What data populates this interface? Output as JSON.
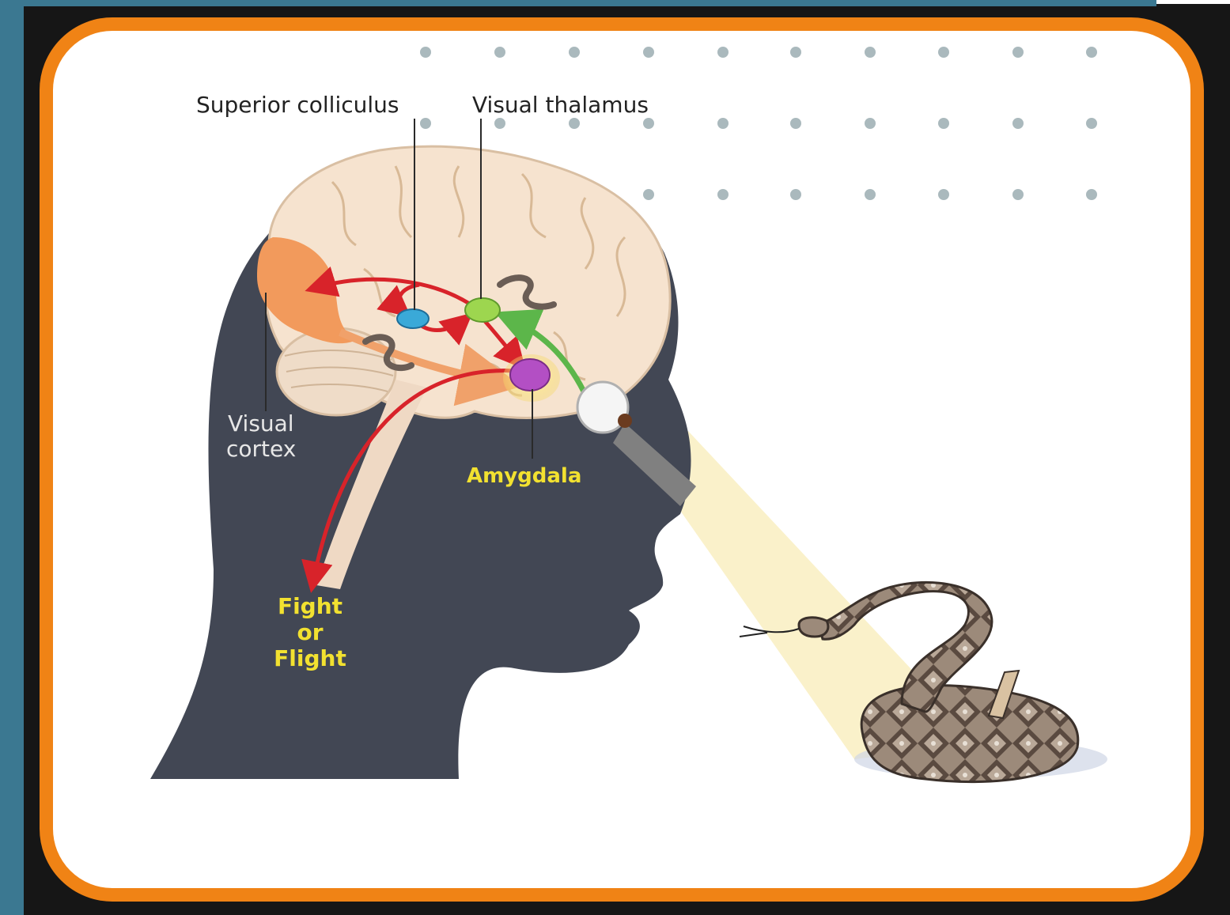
{
  "labels": {
    "superior_colliculus": "Superior colliculus",
    "visual_thalamus": "Visual thalamus",
    "visual_cortex_line1": "Visual",
    "visual_cortex_line2": "cortex",
    "amygdala": "Amygdala",
    "fight_line1": "Fight",
    "fight_line2": "or",
    "fight_line3": "Flight"
  },
  "colors": {
    "frame_border": "#f08315",
    "sidebar_accent": "#3b7891",
    "head_silhouette": "#424754",
    "brain": "#f6e3cf",
    "visual_cortex": "#f29a5c",
    "superior_colliculus": "#3aa9d8",
    "visual_thalamus": "#9dd64f",
    "amygdala": "#b34fc4",
    "path_red": "#d8232a",
    "path_green": "#5cb64a",
    "highlight_label": "#f2e130",
    "light_beam": "#faf0c4"
  },
  "icons": [
    "rattlesnake-illustration",
    "eye-icon",
    "snake-thumbnail-icon",
    "decorative-dot-grid"
  ]
}
